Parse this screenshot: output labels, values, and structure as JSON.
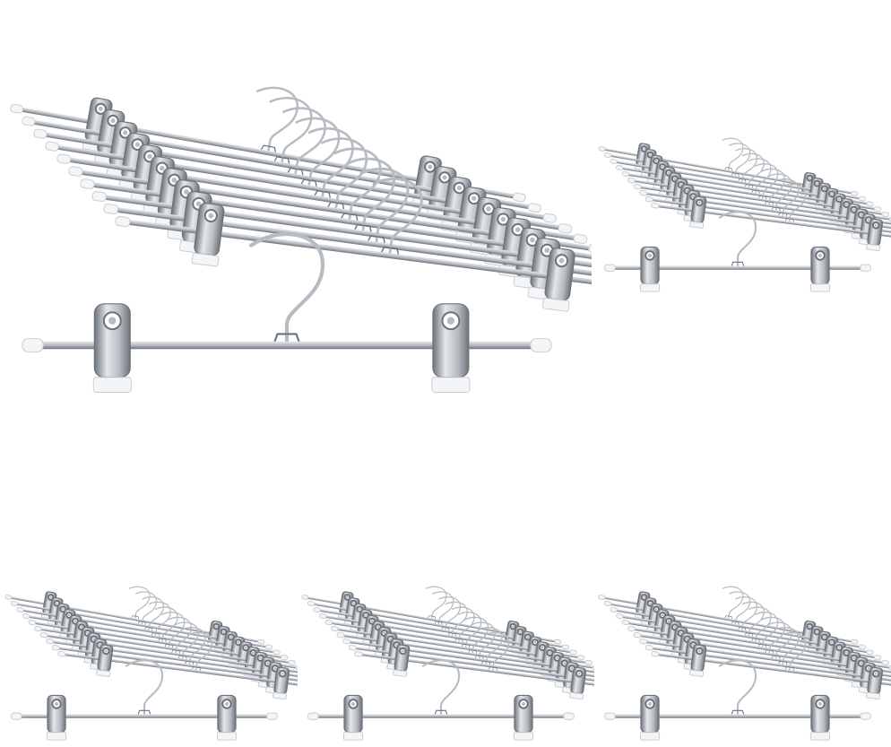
{
  "colors": {
    "background": "#ffffff",
    "metal_light": "#e4e7eb",
    "metal_mid": "#b7bcc2",
    "metal_dark": "#6d737a",
    "end_cap": "#f3f5f7"
  },
  "product": {
    "item": "trouser-hanger-with-clips",
    "bundle_image": "hanger-bundle",
    "single_image": "single-hanger",
    "clips_per_hanger": 2
  },
  "tiles": [
    {
      "name": "tile-large",
      "role": "hero"
    },
    {
      "name": "tile-top-right",
      "role": "pack"
    },
    {
      "name": "tile-bottom-left",
      "role": "pack"
    },
    {
      "name": "tile-bottom-center",
      "role": "pack"
    },
    {
      "name": "tile-bottom-right",
      "role": "pack"
    }
  ]
}
